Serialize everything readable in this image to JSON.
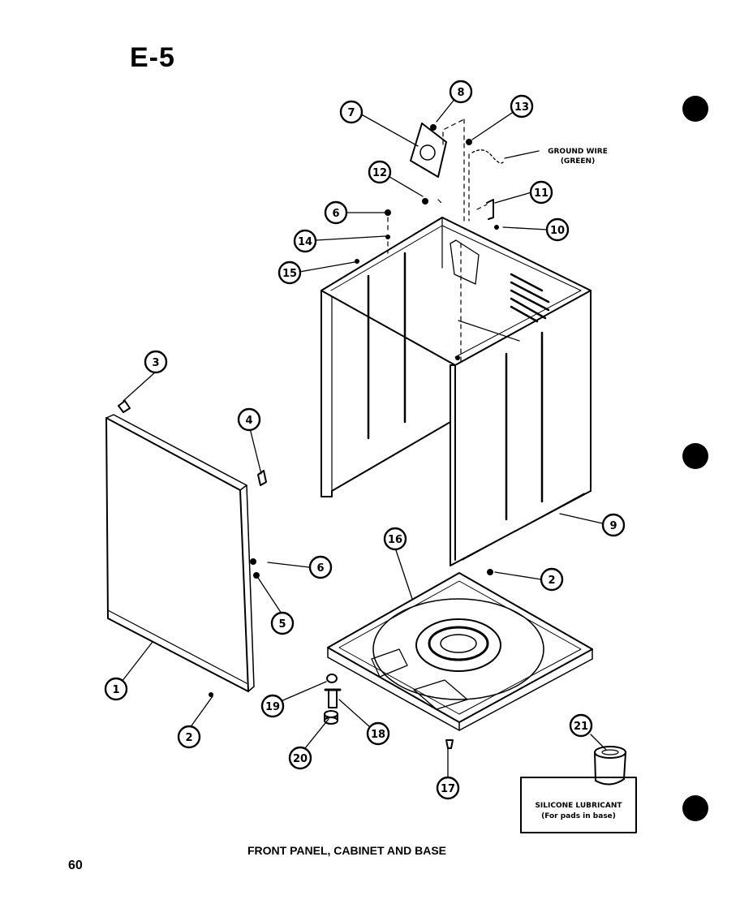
{
  "page": {
    "sheet_code": "E-5",
    "caption": "FRONT PANEL, CABINET AND BASE",
    "page_number": "60"
  },
  "callouts": [
    {
      "key": "c7",
      "text": "7"
    },
    {
      "key": "c8",
      "text": "8"
    },
    {
      "key": "c13",
      "text": "13"
    },
    {
      "key": "c12",
      "text": "12"
    },
    {
      "key": "c11",
      "text": "11"
    },
    {
      "key": "c6a",
      "text": "6"
    },
    {
      "key": "c10",
      "text": "10"
    },
    {
      "key": "c14",
      "text": "14"
    },
    {
      "key": "c15",
      "text": "15"
    },
    {
      "key": "c3",
      "text": "3"
    },
    {
      "key": "c4",
      "text": "4"
    },
    {
      "key": "c9",
      "text": "9"
    },
    {
      "key": "c16",
      "text": "16"
    },
    {
      "key": "c6b",
      "text": "6"
    },
    {
      "key": "c5",
      "text": "5"
    },
    {
      "key": "c2a",
      "text": "2"
    },
    {
      "key": "c1",
      "text": "1"
    },
    {
      "key": "c2b",
      "text": "2"
    },
    {
      "key": "c19",
      "text": "19"
    },
    {
      "key": "c18",
      "text": "18"
    },
    {
      "key": "c20",
      "text": "20"
    },
    {
      "key": "c17",
      "text": "17"
    },
    {
      "key": "c21",
      "text": "21"
    }
  ],
  "notes": {
    "ground_wire_line1": "GROUND WIRE",
    "ground_wire_line2": "(GREEN)",
    "lubricant_line1": "SILICONE LUBRICANT",
    "lubricant_line2": "(For pads in base)"
  },
  "colors": {
    "ink": "#000000",
    "paper": "#ffffff"
  }
}
